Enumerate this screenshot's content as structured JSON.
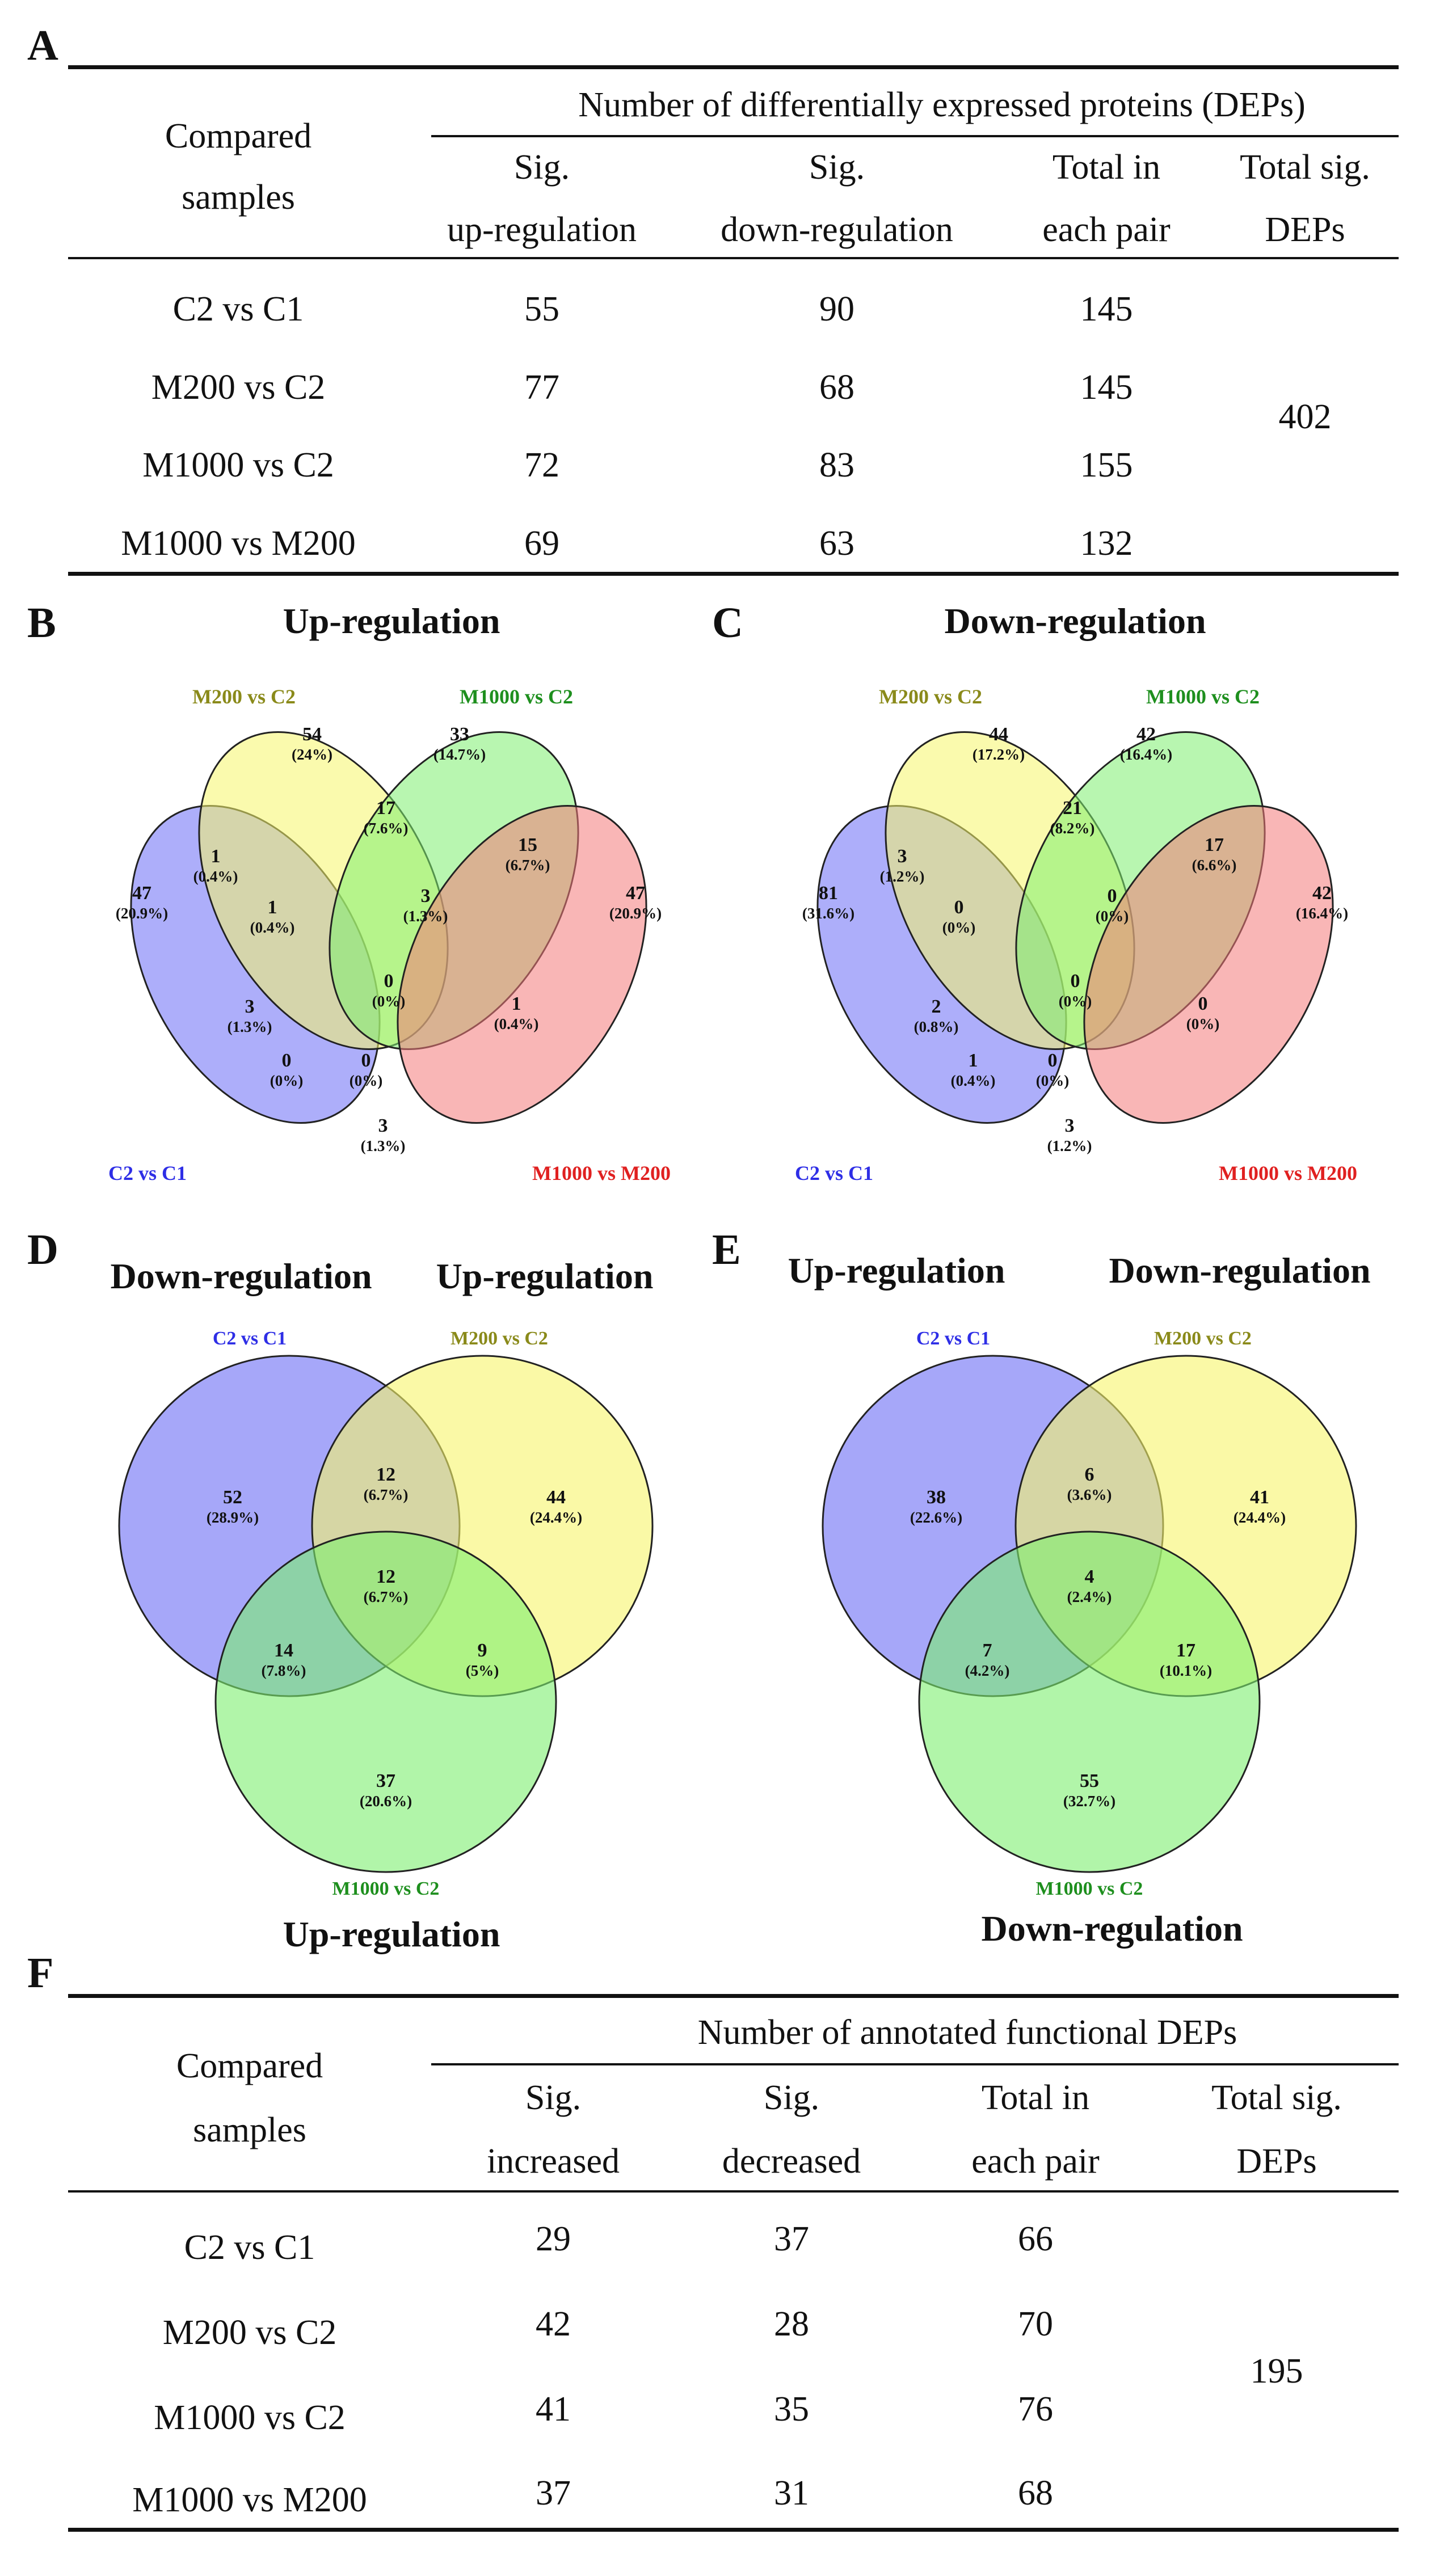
{
  "panels": {
    "a": "A",
    "b": "B",
    "c": "C",
    "d": "D",
    "e": "E",
    "f": "F"
  },
  "table_a": {
    "group_header": "Number of differentially expressed proteins (DEPs)",
    "compared_header": [
      "Compared",
      "samples"
    ],
    "col1": [
      "Sig.",
      "up-regulation"
    ],
    "col2": [
      "Sig.",
      "down-regulation"
    ],
    "col3": [
      "Total in",
      "each pair"
    ],
    "col4": [
      "Total sig.",
      "DEPs"
    ],
    "rows": [
      {
        "pair": "C2 vs C1",
        "up": "55",
        "down": "90",
        "total": "145"
      },
      {
        "pair": "M200 vs C2",
        "up": "77",
        "down": "68",
        "total": "145"
      },
      {
        "pair": "M1000 vs C2",
        "up": "72",
        "down": "83",
        "total": "155"
      },
      {
        "pair": "M1000 vs M200",
        "up": "69",
        "down": "63",
        "total": "132"
      }
    ],
    "total_sig": "402"
  },
  "venn_b": {
    "title": "Up-regulation",
    "set_labels": {
      "c2c1": "C2 vs C1",
      "m200c2": "M200 vs C2",
      "m1000c2": "M1000 vs C2",
      "m1000m200": "M1000 vs M200"
    },
    "colors": {
      "c2c1": "#6a6cf5",
      "m200c2": "#f6f56a",
      "m1000c2": "#7dee6f",
      "m1000m200": "#f47a7a"
    },
    "label_colors": {
      "c2c1": "#2e2ee6",
      "m200c2": "#8a8a1a",
      "m1000c2": "#1e8f1e",
      "m1000m200": "#e02020"
    },
    "regions": [
      {
        "n": "47",
        "p": "(20.9%)"
      },
      {
        "n": "54",
        "p": "(24%)"
      },
      {
        "n": "33",
        "p": "(14.7%)"
      },
      {
        "n": "47",
        "p": "(20.9%)"
      },
      {
        "n": "1",
        "p": "(0.4%)"
      },
      {
        "n": "17",
        "p": "(7.6%)"
      },
      {
        "n": "15",
        "p": "(6.7%)"
      },
      {
        "n": "1",
        "p": "(0.4%)"
      },
      {
        "n": "3",
        "p": "(1.3%)"
      },
      {
        "n": "3",
        "p": "(1.3%)"
      },
      {
        "n": "0",
        "p": "(0%)"
      },
      {
        "n": "1",
        "p": "(0.4%)"
      },
      {
        "n": "0",
        "p": "(0%)"
      },
      {
        "n": "0",
        "p": "(0%)"
      },
      {
        "n": "3",
        "p": "(1.3%)"
      }
    ]
  },
  "venn_c": {
    "title": "Down-regulation",
    "set_labels": {
      "c2c1": "C2 vs C1",
      "m200c2": "M200 vs C2",
      "m1000c2": "M1000 vs C2",
      "m1000m200": "M1000 vs M200"
    },
    "regions": [
      {
        "n": "81",
        "p": "(31.6%)"
      },
      {
        "n": "44",
        "p": "(17.2%)"
      },
      {
        "n": "42",
        "p": "(16.4%)"
      },
      {
        "n": "42",
        "p": "(16.4%)"
      },
      {
        "n": "3",
        "p": "(1.2%)"
      },
      {
        "n": "21",
        "p": "(8.2%)"
      },
      {
        "n": "17",
        "p": "(6.6%)"
      },
      {
        "n": "0",
        "p": "(0%)"
      },
      {
        "n": "0",
        "p": "(0%)"
      },
      {
        "n": "2",
        "p": "(0.8%)"
      },
      {
        "n": "0",
        "p": "(0%)"
      },
      {
        "n": "0",
        "p": "(0%)"
      },
      {
        "n": "1",
        "p": "(0.4%)"
      },
      {
        "n": "0",
        "p": "(0%)"
      },
      {
        "n": "3",
        "p": "(1.2%)"
      }
    ]
  },
  "venn_d": {
    "title_left": "Down-regulation",
    "title_right": "Up-regulation",
    "title_bottom": "Up-regulation",
    "set_labels": {
      "a": "C2 vs C1",
      "b": "M200 vs C2",
      "c": "M1000 vs C2"
    },
    "regions": [
      {
        "n": "52",
        "p": "(28.9%)"
      },
      {
        "n": "44",
        "p": "(24.4%)"
      },
      {
        "n": "12",
        "p": "(6.7%)"
      },
      {
        "n": "12",
        "p": "(6.7%)"
      },
      {
        "n": "14",
        "p": "(7.8%)"
      },
      {
        "n": "9",
        "p": "(5%)"
      },
      {
        "n": "37",
        "p": "(20.6%)"
      }
    ]
  },
  "venn_e": {
    "title_left": "Up-regulation",
    "title_right": "Down-regulation",
    "title_bottom": "Down-regulation",
    "set_labels": {
      "a": "C2 vs C1",
      "b": "M200 vs C2",
      "c": "M1000 vs C2"
    },
    "regions": [
      {
        "n": "38",
        "p": "(22.6%)"
      },
      {
        "n": "41",
        "p": "(24.4%)"
      },
      {
        "n": "6",
        "p": "(3.6%)"
      },
      {
        "n": "4",
        "p": "(2.4%)"
      },
      {
        "n": "7",
        "p": "(4.2%)"
      },
      {
        "n": "17",
        "p": "(10.1%)"
      },
      {
        "n": "55",
        "p": "(32.7%)"
      }
    ]
  },
  "table_f": {
    "group_header": "Number of annotated functional DEPs",
    "compared_header": [
      "Compared",
      "samples"
    ],
    "col1": [
      "Sig.",
      "increased"
    ],
    "col2": [
      "Sig.",
      "decreased"
    ],
    "col3": [
      "Total in",
      "each pair"
    ],
    "col4": [
      "Total sig.",
      "DEPs"
    ],
    "rows": [
      {
        "pair": "C2 vs C1",
        "up": "29",
        "down": "37",
        "total": "66"
      },
      {
        "pair": "M200 vs C2",
        "up": "42",
        "down": "28",
        "total": "70"
      },
      {
        "pair": "M1000 vs C2",
        "up": "41",
        "down": "35",
        "total": "76"
      },
      {
        "pair": "M1000 vs M200",
        "up": "37",
        "down": "31",
        "total": "68"
      }
    ],
    "total_sig": "195"
  }
}
